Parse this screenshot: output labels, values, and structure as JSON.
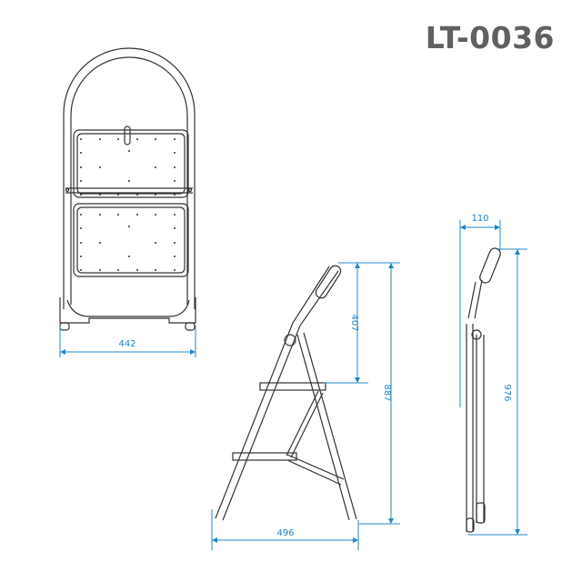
{
  "title": "LT-0036",
  "colors": {
    "dimension": "#1f86c8",
    "outline": "#333333",
    "title": "#5f6062"
  },
  "views": {
    "front": {
      "label": "front-view",
      "width_dimension": "442"
    },
    "side_open": {
      "label": "side-view-open",
      "width_dimension": "496",
      "step_to_top_dimension": "407",
      "height_dimension": "887"
    },
    "side_folded": {
      "label": "side-view-folded",
      "depth_dimension": "110",
      "height_dimension": "976"
    }
  }
}
